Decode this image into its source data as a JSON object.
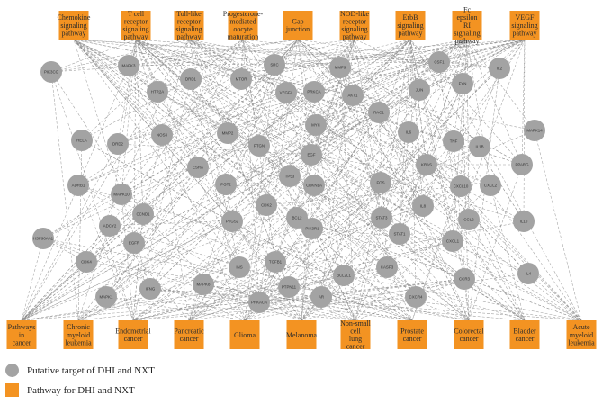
{
  "top_pathways": [
    [
      "Chemokine",
      "signaling",
      "pathway"
    ],
    [
      "T cell",
      "receptor",
      "signaling",
      "pathway"
    ],
    [
      "Toll-like",
      "receptor",
      "signaling",
      "pathway"
    ],
    [
      "Progesterone-",
      "mediated",
      "oocyte",
      "maturation"
    ],
    [
      "Gap",
      "junction"
    ],
    [
      "NOD-like",
      "receptor",
      "signaling",
      "pathway"
    ],
    [
      "ErbB",
      "signaling",
      "pathway"
    ],
    [
      "Fc",
      "epsilon",
      "RI",
      "signaling",
      "pathway"
    ],
    [
      "VEGF",
      "signaling",
      "pathway"
    ]
  ],
  "bottom_pathways": [
    [
      "Pathways",
      "in",
      "cancer"
    ],
    [
      "Chronic",
      "myeloid",
      "leukemia"
    ],
    [
      "Endometrial",
      "cancer"
    ],
    [
      "Pancreatic",
      "cancer"
    ],
    [
      "Glioma"
    ],
    [
      "Melanoma"
    ],
    [
      "Non-small",
      "cell",
      "lung",
      "cancer"
    ],
    [
      "Prostate",
      "cancer"
    ],
    [
      "Colorectal",
      "cancer"
    ],
    [
      "Bladder",
      "cancer"
    ],
    [
      "Acute",
      "myeloid",
      "leukemia"
    ]
  ],
  "genes": [
    "PIK3CG",
    "MAPK3",
    "HTR2A",
    "DRD1",
    "MTOR",
    "SRC",
    "VEGFA",
    "PRKCA",
    "MMP9",
    "AKT1",
    "CSF1",
    "FYN",
    "IL2",
    "RELA",
    "DRD2",
    "NOS3",
    "MMP2",
    "PTGN",
    "MYC",
    "RAC1",
    "JUN",
    "IL6",
    "TNF",
    "IL1B",
    "MAPK14",
    "ADRB1",
    "MAPK10",
    "ESRA",
    "PGT2",
    "EGF",
    "TP53",
    "CDKN1A",
    "FOS",
    "KRAS",
    "CXCL10",
    "CXCL2",
    "PPARG",
    "ADCY2",
    "CCND1",
    "CDK2",
    "BCL2",
    "STAT3",
    "IL8",
    "CCL2",
    "IL10",
    "HSP90AA1",
    "CDK4",
    "EGFR",
    "PTGS2",
    "PIK3R1",
    "STAT1",
    "CXCL1",
    "IL4",
    "INS",
    "TGFB1",
    "BCL2L1",
    "CASP3",
    "CCR3",
    "MAPK1",
    "IFNG",
    "MAPK8",
    "PTPN11",
    "PRKACA",
    "AR",
    "CXCR4"
  ],
  "legend": {
    "gene_label": "Putative target of DHI and NXT",
    "pathway_label": "Pathway for DHI and NXT",
    "gene_color": "#a3a3a3",
    "pathway_color": "#f39322"
  }
}
